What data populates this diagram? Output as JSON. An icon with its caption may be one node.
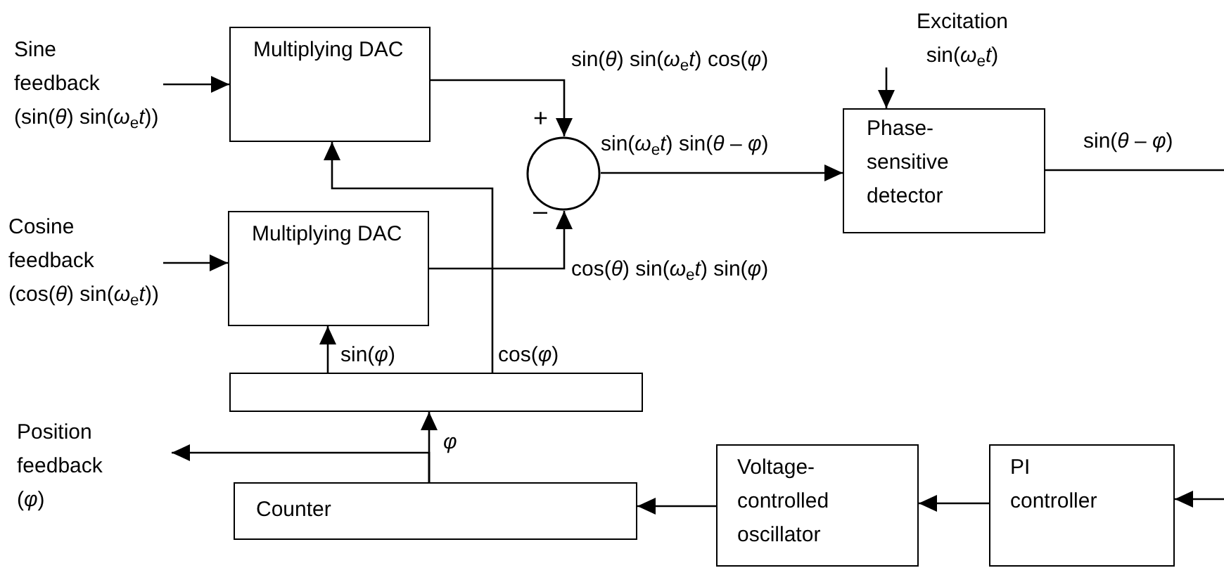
{
  "diagram": {
    "nodes": [
      {
        "text": [
          "Sine feedback",
          "(sin(*θ*) sin(*ω*$_{e}$*t*))"
        ]
      },
      {
        "text": [
          "Multiplying DAC"
        ]
      },
      {
        "text": [
          "Cosine feedback",
          "(cos(*θ*) sin(*ω*$_{e}$*t*))"
        ]
      },
      {
        "text": [
          "Multiplying DAC"
        ]
      },
      {
        "text": [],
        "shape": "circle"
      },
      {
        "text": [
          "Phase-sensitive detector"
        ]
      },
      {
        "text": [
          "Excitation",
          "sin(*ω*$_{e}$*t*)"
        ]
      },
      {
        "text": [],
        "shape": "box"
      },
      {
        "text": [
          "Counter"
        ]
      },
      {
        "text": [
          "Voltage-controlled oscillator"
        ]
      },
      {
        "text": [
          "PI controller"
        ]
      },
      {
        "text": [
          "Position feedback",
          "(*φ*)"
        ]
      }
    ],
    "edges": [
      {
        "from": 0,
        "to": 1,
        "arrow": "to"
      },
      {
        "from": 2,
        "to": 3,
        "arrow": "to"
      },
      {
        "from": 1,
        "to": 4,
        "arrow": "to",
        "label": "sin(*θ*) sin(*ω*$_{e}$*t*) cos(*φ*)"
      },
      {
        "from": 3,
        "to": 4,
        "arrow": "to",
        "label": "cos(*θ*) sin(*ω*$_{e}$*t*) sin(*φ*)"
      },
      {
        "from": 4,
        "to": 5,
        "arrow": "to",
        "label": "sin(*ω*$_{e}$*t*) sin(*θ* – *φ*)"
      },
      {
        "from": 6,
        "to": 5,
        "arrow": "to"
      },
      {
        "from": 5,
        "to": null,
        "arrow": "none",
        "label": "sin(*θ* – *φ*)"
      },
      {
        "from": 7,
        "to": 3,
        "arrow": "to",
        "label": "sin(*φ*)"
      },
      {
        "from": 7,
        "to": 1,
        "arrow": "to",
        "label": "cos(*φ*)"
      },
      {
        "from": 8,
        "to": 7,
        "arrow": "to",
        "label": "*φ*"
      },
      {
        "from": 8,
        "to": 11,
        "arrow": "to"
      },
      {
        "from": 9,
        "to": 8,
        "arrow": "to"
      },
      {
        "from": 10,
        "to": 9,
        "arrow": "to"
      },
      {
        "from": null,
        "to": 10,
        "arrow": "to"
      }
    ],
    "labels": [
      "+",
      "–"
    ]
  }
}
